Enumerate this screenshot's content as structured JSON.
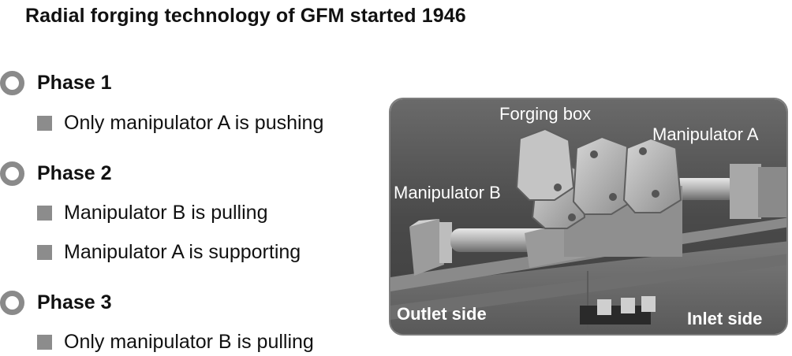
{
  "title": "Radial forging technology of GFM started 1946",
  "phases": [
    {
      "label": "Phase 1",
      "items": [
        "Only manipulator A is pushing"
      ]
    },
    {
      "label": "Phase 2",
      "items": [
        "Manipulator B is pulling",
        "Manipulator A is supporting"
      ]
    },
    {
      "label": "Phase 3",
      "items": [
        "Only manipulator B is pulling"
      ]
    }
  ],
  "figure": {
    "forging_box": "Forging box",
    "manipulator_a": "Manipulator A",
    "manipulator_b": "Manipulator B",
    "outlet_side": "Outlet side",
    "inlet_side": "Inlet side"
  },
  "colors": {
    "marker": "#8a8a8a",
    "figure_bg": "#4e4e4e"
  }
}
